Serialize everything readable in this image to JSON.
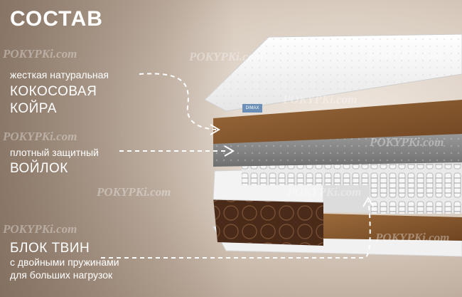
{
  "title": "СОСТАВ",
  "labels": {
    "coir_small": "жесткая натуральная",
    "coir_big_1": "КОКОСОВАЯ",
    "coir_big_2": "КОЙРА",
    "felt_small": "плотный защитный",
    "felt_big": "ВОЙЛОК",
    "block_big": "БЛОК ТВИН",
    "block_small_1": "с двойными пружинами",
    "block_small_2": "для больших нагрузок"
  },
  "watermark": "POKYPKi.com",
  "badge": "DIMAX",
  "colors": {
    "text": "#ffffff",
    "cover": "#f4f4f4",
    "coir": "#8a5a2e",
    "felt": "#8e8e8e",
    "side": "#4a2a18"
  }
}
